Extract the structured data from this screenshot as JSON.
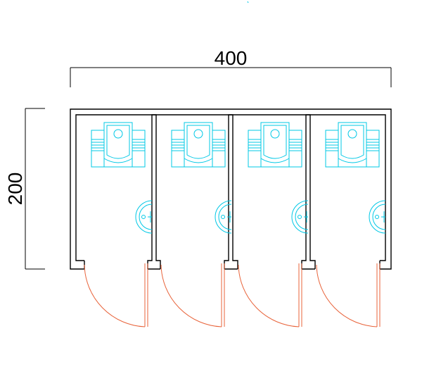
{
  "drawing": {
    "width_dimension": "400",
    "height_dimension": "200",
    "cubicle_count": 4
  },
  "colors": {
    "wall": "#000000",
    "fixture": "#00c8e6",
    "door": "#e8633a",
    "dimension": "#000000",
    "background": "#ffffff"
  }
}
